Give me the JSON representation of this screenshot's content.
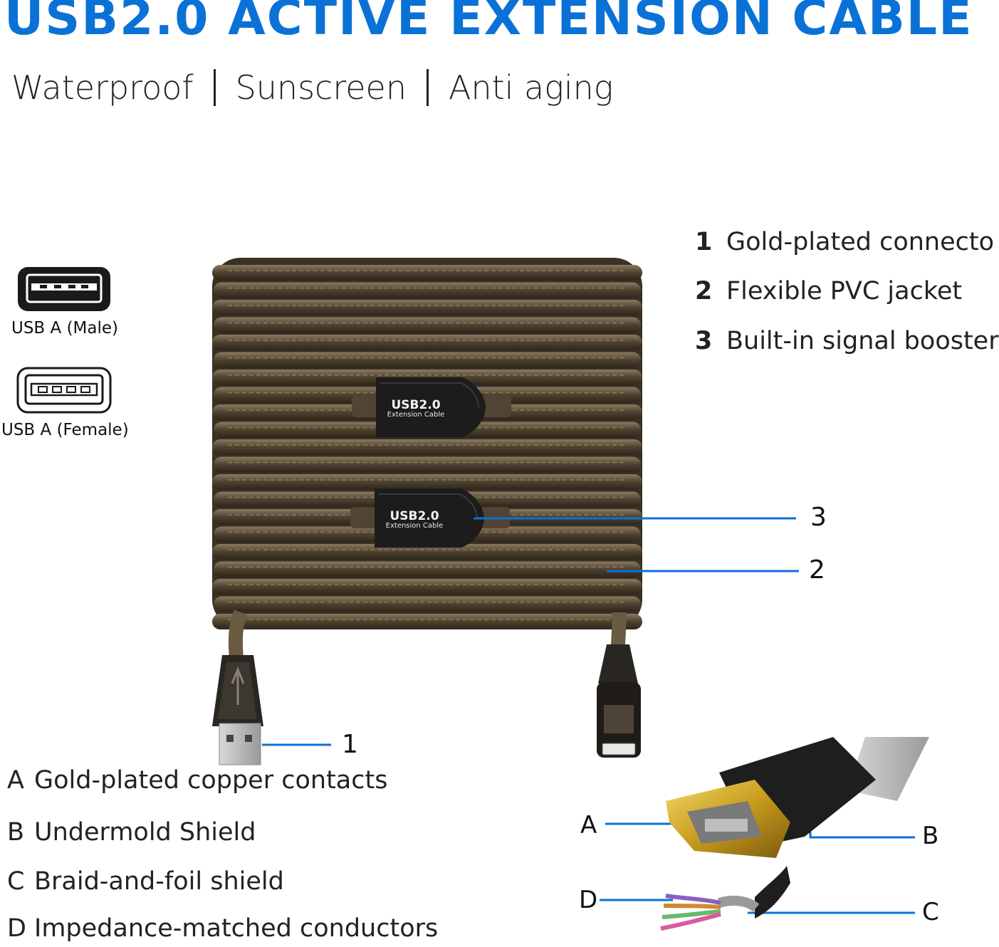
{
  "title": "USB2.0 ACTIVE EXTENSION CABLE",
  "features": [
    "Waterproof",
    "Sunscreen",
    "Anti aging"
  ],
  "connector_icons": {
    "male_label": "USB A (Male)",
    "female_label": "USB A (Female)"
  },
  "booster_text": {
    "line1": "USB2.0",
    "line2": "Extension Cable"
  },
  "legend": [
    {
      "num": "1",
      "text": "Gold-plated connecto"
    },
    {
      "num": "2",
      "text": "Flexible PVC jacket"
    },
    {
      "num": "3",
      "text": "Built-in signal booster"
    }
  ],
  "callouts": {
    "c1": "1",
    "c2": "2",
    "c3": "3"
  },
  "specs": [
    {
      "key": "A",
      "text": "Gold-plated copper contacts"
    },
    {
      "key": "B",
      "text": "Undermold Shield"
    },
    {
      "key": "C",
      "text": "Braid-and-foil shield"
    },
    {
      "key": "D",
      "text": "Impedance-matched conductors"
    }
  ],
  "detail_callouts": {
    "a": "A",
    "b": "B",
    "c": "C",
    "d": "D"
  },
  "colors": {
    "accent": "#0a72d6",
    "cable": "#5a4a35",
    "connector": "#222222",
    "gold": "#d9b334"
  }
}
